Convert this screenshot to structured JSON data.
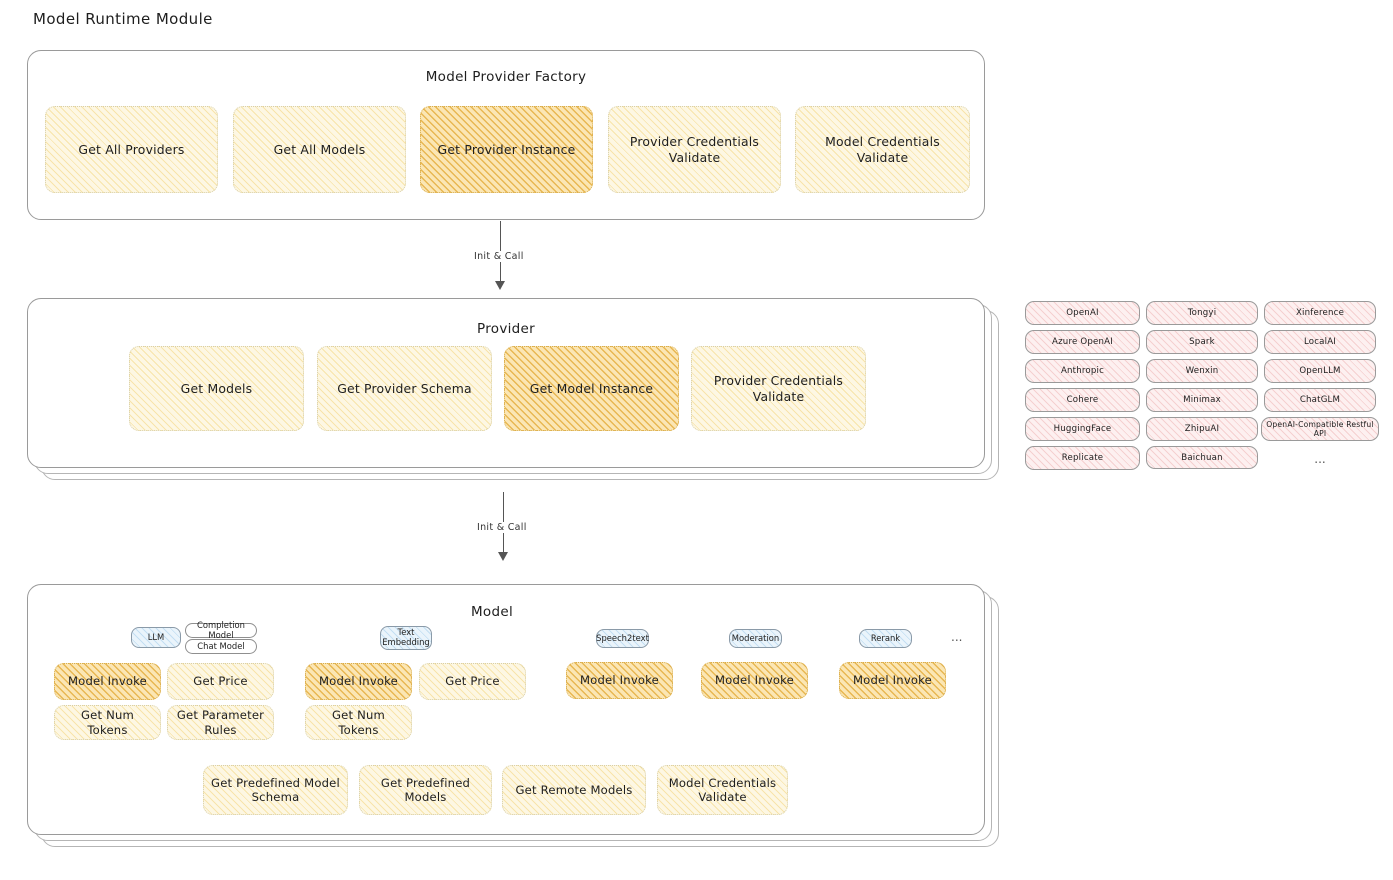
{
  "page": {
    "title": "Model Runtime Module"
  },
  "factory": {
    "title": "Model Provider Factory",
    "nodes": [
      {
        "label": "Get All Providers",
        "highlight": false
      },
      {
        "label": "Get All Models",
        "highlight": false
      },
      {
        "label": "Get Provider Instance",
        "highlight": true
      },
      {
        "label": "Provider Credentials Validate",
        "highlight": false
      },
      {
        "label": "Model Credentials Validate",
        "highlight": false
      }
    ]
  },
  "arrows": [
    {
      "label": "Init & Call"
    },
    {
      "label": "Init & Call"
    }
  ],
  "provider": {
    "title": "Provider",
    "nodes": [
      {
        "label": "Get Models",
        "highlight": false
      },
      {
        "label": "Get Provider Schema",
        "highlight": false
      },
      {
        "label": "Get Model Instance",
        "highlight": true
      },
      {
        "label": "Provider Credentials Validate",
        "highlight": false
      }
    ]
  },
  "provider_list": {
    "column1": [
      "OpenAI",
      "Azure OpenAI",
      "Anthropic",
      "Cohere",
      "HuggingFace",
      "Replicate"
    ],
    "column2": [
      "Tongyi",
      "Spark",
      "Wenxin",
      "Minimax",
      "ZhipuAI",
      "Baichuan"
    ],
    "column3": [
      "Xinference",
      "LocalAI",
      "OpenLLM",
      "ChatGLM",
      "OpenAI-Compatible Restful API"
    ],
    "ellipsis": "..."
  },
  "model": {
    "title": "Model",
    "ellipsis": "...",
    "groups": [
      {
        "badge": "LLM",
        "sub_badges": [
          "Completion Model",
          "Chat Model"
        ],
        "nodes": [
          {
            "label": "Model Invoke",
            "highlight": true
          },
          {
            "label": "Get Price",
            "highlight": false
          },
          {
            "label": "Get Num Tokens",
            "highlight": false
          },
          {
            "label": "Get Parameter Rules",
            "highlight": false
          }
        ]
      },
      {
        "badge": "Text Embedding",
        "sub_badges": [],
        "nodes": [
          {
            "label": "Model Invoke",
            "highlight": true
          },
          {
            "label": "Get Price",
            "highlight": false
          },
          {
            "label": "Get Num Tokens",
            "highlight": false
          }
        ]
      },
      {
        "badge": "Speech2text",
        "sub_badges": [],
        "nodes": [
          {
            "label": "Model Invoke",
            "highlight": true
          }
        ]
      },
      {
        "badge": "Moderation",
        "sub_badges": [],
        "nodes": [
          {
            "label": "Model Invoke",
            "highlight": true
          }
        ]
      },
      {
        "badge": "Rerank",
        "sub_badges": [],
        "nodes": [
          {
            "label": "Model Invoke",
            "highlight": true
          }
        ]
      }
    ],
    "common_nodes": [
      {
        "label": "Get Predefined Model Schema"
      },
      {
        "label": "Get Predefined Models"
      },
      {
        "label": "Get Remote Models"
      },
      {
        "label": "Model Credentials Validate"
      }
    ]
  },
  "colors": {
    "cream": "#fdf7e3",
    "amber": "#fbe6b4",
    "pink": "#fdf0f0",
    "blue": "#eaf4fb",
    "stroke": "#1e1e1e"
  }
}
